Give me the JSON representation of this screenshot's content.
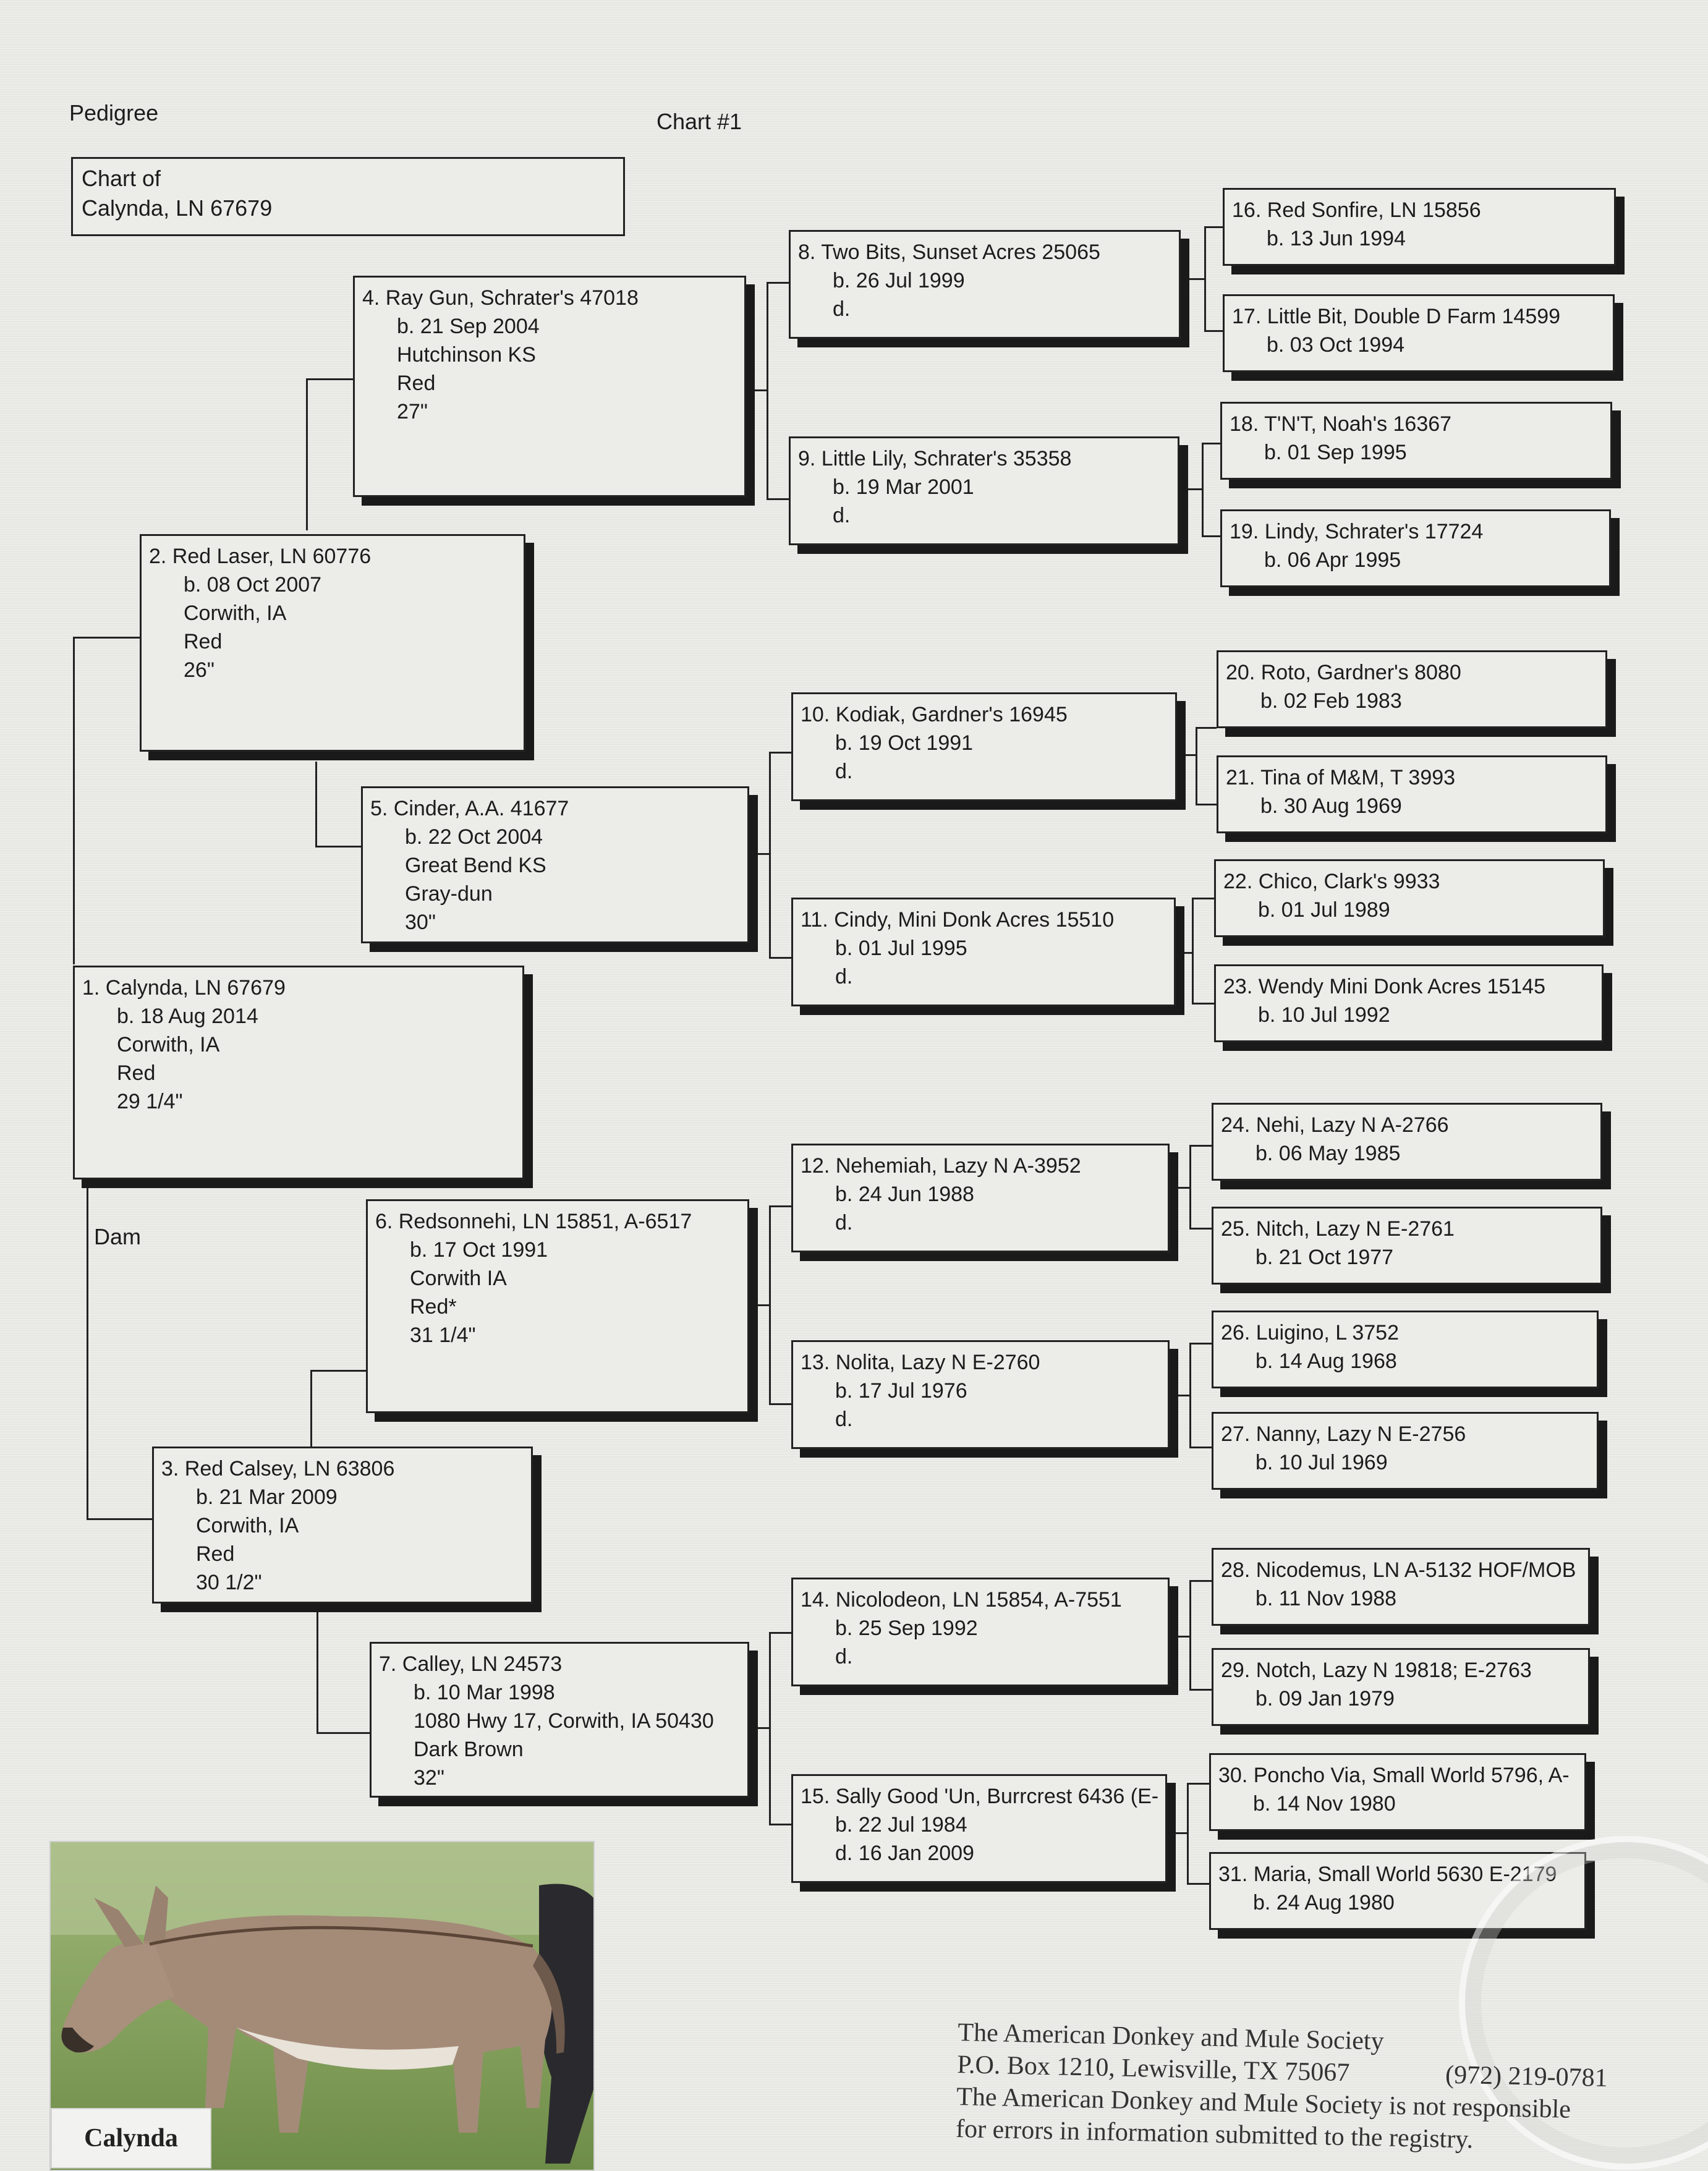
{
  "header": {
    "left_title": "Pedigree",
    "chart_label": "Chart #1"
  },
  "chart_of": {
    "line1": "Chart of",
    "line2": "Calynda, LN 67679"
  },
  "dam_label": "Dam",
  "animals": {
    "a1": [
      "1. Calynda, LN 67679",
      "b. 18 Aug 2014",
      "Corwith, IA",
      "Red",
      "29 1/4\""
    ],
    "a2": [
      "2. Red Laser, LN 60776",
      "b. 08 Oct 2007",
      "Corwith, IA",
      "Red",
      "26\""
    ],
    "a3": [
      "3. Red Calsey, LN 63806",
      "b. 21 Mar 2009",
      "Corwith, IA",
      "Red",
      "30 1/2\""
    ],
    "a4": [
      "4. Ray Gun, Schrater's 47018",
      "b. 21 Sep 2004",
      "Hutchinson KS",
      "Red",
      "27\""
    ],
    "a5": [
      "5. Cinder, A.A. 41677",
      "b. 22 Oct 2004",
      "Great Bend KS",
      "Gray-dun",
      "30\""
    ],
    "a6": [
      "6. Redsonnehi, LN 15851, A-6517",
      "b. 17 Oct 1991",
      "Corwith IA",
      "Red*",
      "31 1/4\""
    ],
    "a7": [
      "7. Calley, LN 24573",
      "b. 10 Mar 1998",
      "1080 Hwy 17, Corwith, IA 50430",
      "Dark Brown",
      "32\""
    ],
    "a8": [
      "8. Two Bits, Sunset Acres 25065",
      "b. 26 Jul 1999",
      "d."
    ],
    "a9": [
      "9. Little Lily, Schrater's 35358",
      "b. 19 Mar 2001",
      "d."
    ],
    "a10": [
      "10. Kodiak, Gardner's 16945",
      "b. 19 Oct 1991",
      "d."
    ],
    "a11": [
      "11. Cindy, Mini Donk Acres 15510",
      "b. 01 Jul 1995",
      "d."
    ],
    "a12": [
      "12. Nehemiah, Lazy N A-3952",
      "b. 24 Jun 1988",
      "d."
    ],
    "a13": [
      "13. Nolita, Lazy N E-2760",
      "b. 17 Jul 1976",
      "d."
    ],
    "a14": [
      "14. Nicolodeon, LN 15854, A-7551",
      "b. 25 Sep 1992",
      "d."
    ],
    "a15": [
      "15. Sally Good 'Un, Burrcrest 6436 (E-",
      "b. 22 Jul 1984",
      "d. 16 Jan 2009"
    ],
    "a16": [
      "16. Red Sonfire, LN 15856",
      "b. 13 Jun 1994"
    ],
    "a17": [
      "17. Little Bit, Double D Farm 14599",
      "b. 03 Oct 1994"
    ],
    "a18": [
      "18. T'N'T, Noah's 16367",
      "b. 01 Sep 1995"
    ],
    "a19": [
      "19. Lindy, Schrater's 17724",
      "b. 06 Apr 1995"
    ],
    "a20": [
      "20. Roto, Gardner's 8080",
      "b. 02 Feb 1983"
    ],
    "a21": [
      "21. Tina of M&M, T 3993",
      "b. 30 Aug 1969"
    ],
    "a22": [
      "22. Chico, Clark's 9933",
      "b. 01 Jul 1989"
    ],
    "a23": [
      "23. Wendy Mini Donk Acres 15145",
      "b. 10 Jul 1992"
    ],
    "a24": [
      "24. Nehi, Lazy N A-2766",
      "b. 06 May 1985"
    ],
    "a25": [
      "25. Nitch, Lazy N E-2761",
      "b. 21 Oct 1977"
    ],
    "a26": [
      "26. Luigino, L 3752",
      "b. 14 Aug 1968"
    ],
    "a27": [
      "27. Nanny, Lazy N E-2756",
      "b. 10 Jul 1969"
    ],
    "a28": [
      "28. Nicodemus, LN A-5132 HOF/MOB",
      "b. 11 Nov 1988"
    ],
    "a29": [
      "29. Notch, Lazy N 19818; E-2763",
      "b. 09 Jan 1979"
    ],
    "a30": [
      "30. Poncho Via, Small World 5796, A-",
      "b. 14 Nov 1980"
    ],
    "a31": [
      "31. Maria, Small World 5630 E-2179",
      "b. 24 Aug 1980"
    ]
  },
  "photo": {
    "caption": "Calynda"
  },
  "footer": {
    "line1": "The American Donkey and Mule Society",
    "line2": "P.O. Box 1210, Lewisville, TX 75067",
    "phone": "(972) 219-0781",
    "line3": "The American Donkey and Mule Society is not responsible",
    "line4": "for errors in information submitted to the registry."
  }
}
